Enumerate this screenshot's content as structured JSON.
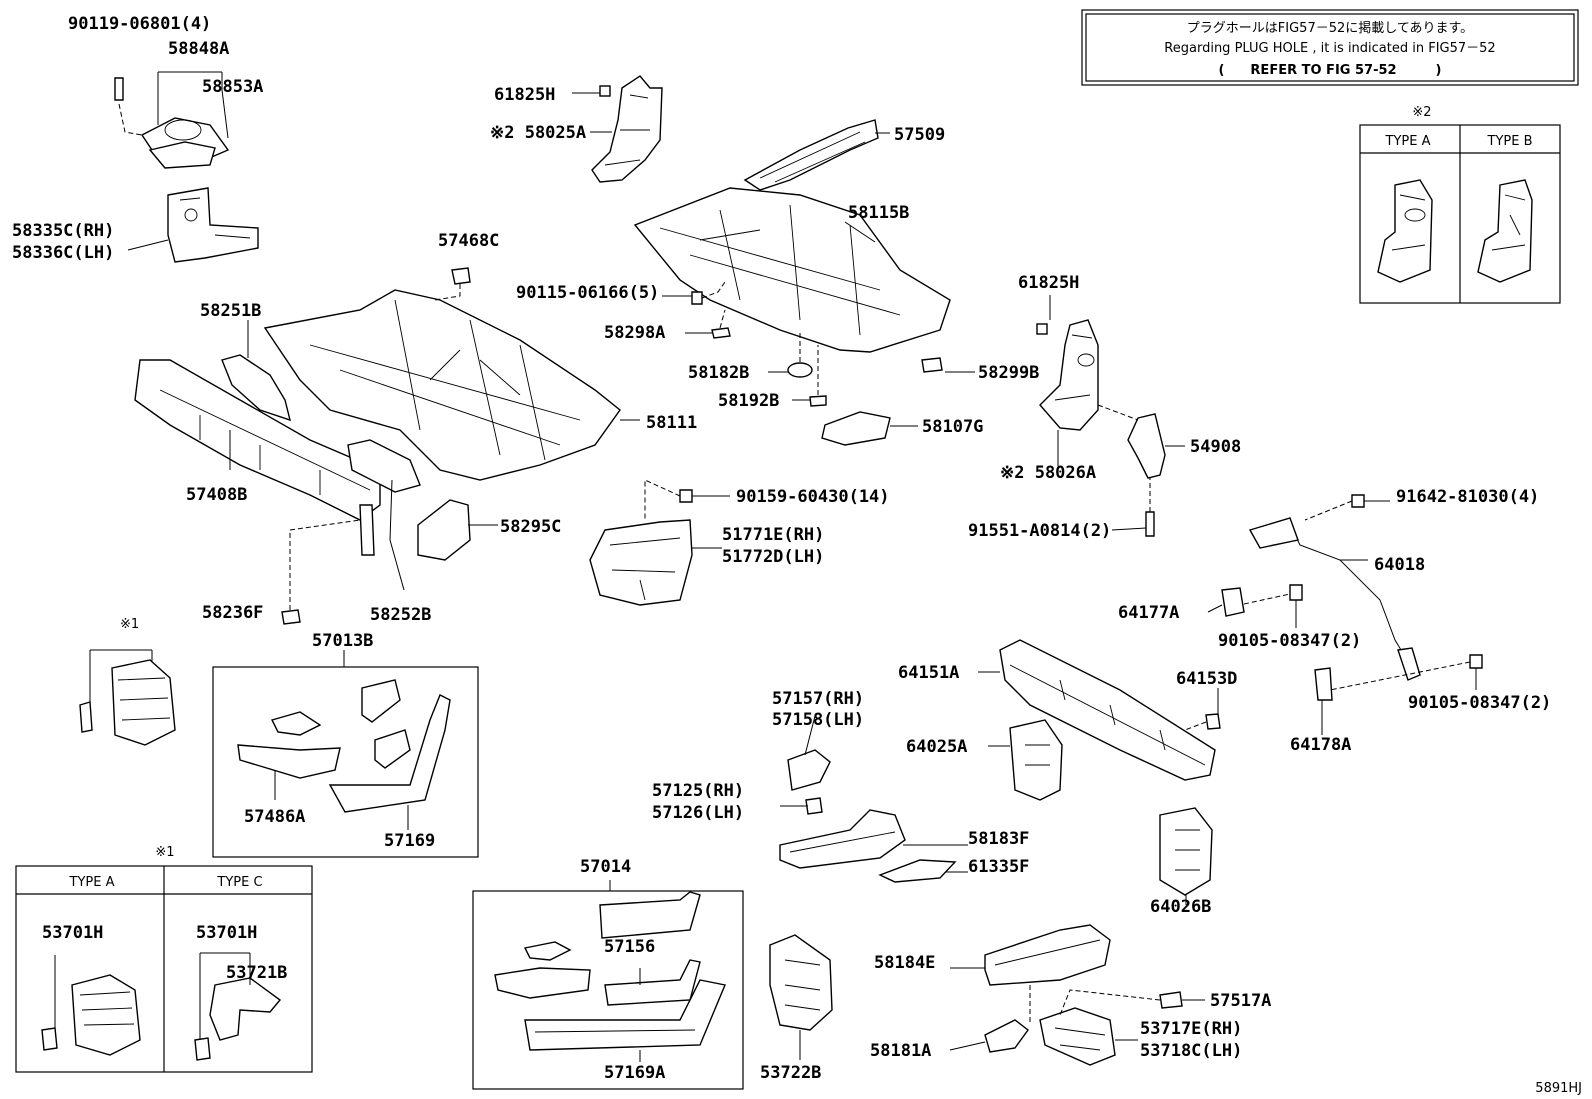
{
  "notice": {
    "jp": "プラグホールはFIG57－52に掲載してあります。",
    "en": "Regarding PLUG HOLE , it is indicated in FIG57－52",
    "refer": "(　　REFER TO FIG 57-52　　　)"
  },
  "type_box_2": {
    "mark": "※2",
    "type_a": "TYPE A",
    "type_b": "TYPE B"
  },
  "type_box_1": {
    "mark": "※1",
    "type_a": "TYPE A",
    "type_c": "TYPE C"
  },
  "drawing_code": "5891HJ",
  "labels": {
    "p90119": "90119-06801(4)",
    "p58848A": "58848A",
    "p58853A": "58853A",
    "p58335C": "58335C(RH)",
    "p58336C": "58336C(LH)",
    "p61825H_a": "61825H",
    "p58025A": "※2 58025A",
    "p57509": "57509",
    "p58115B": "58115B",
    "p57468C": "57468C",
    "p90115": "90115-06166(5)",
    "p58298A": "58298A",
    "p58251B": "58251B",
    "p58182B": "58182B",
    "p58299B": "58299B",
    "p58192B": "58192B",
    "p58107G": "58107G",
    "p58111": "58111",
    "p61825H_b": "61825H",
    "p54908": "54908",
    "p58026A": "※2 58026A",
    "p57408B": "57408B",
    "p90159": "90159-60430(14)",
    "p58295C": "58295C",
    "p51771E": "51771E(RH)",
    "p51772D": "51772D(LH)",
    "p91642": "91642-81030(4)",
    "p91551": "91551-A0814(2)",
    "p64018": "64018",
    "p58236F": "58236F",
    "p58252B": "58252B",
    "p64177A": "64177A",
    "p90105_a": "90105-08347(2)",
    "p57013B": "57013B",
    "p64151A": "64151A",
    "p64153D": "64153D",
    "p57157": "57157(RH)",
    "p57158": "57158(LH)",
    "p90105_b": "90105-08347(2)",
    "p64025A": "64025A",
    "p64178A": "64178A",
    "p57125": "57125(RH)",
    "p57126": "57126(LH)",
    "p57486A": "57486A",
    "p58183F": "58183F",
    "p57169": "57169",
    "p61335F": "61335F",
    "p57014": "57014",
    "p64026B": "64026B",
    "p53701H_a": "53701H",
    "p53701H_b": "53701H",
    "p53721B": "53721B",
    "p57156": "57156",
    "p58184E": "58184E",
    "p57517A": "57517A",
    "p58181A": "58181A",
    "p53717E": "53717E(RH)",
    "p53718C": "53718C(LH)",
    "p57169A": "57169A",
    "p53722B": "53722B",
    "mark_1": "※1"
  }
}
